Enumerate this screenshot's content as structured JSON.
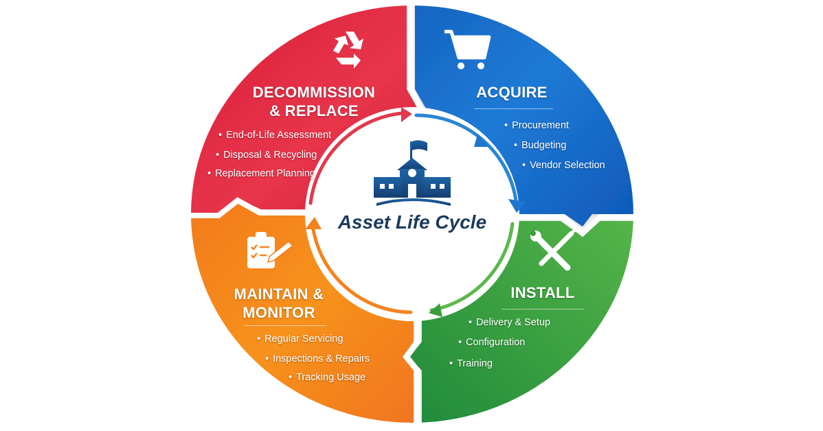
{
  "diagram": {
    "title": "Asset Life Cycle",
    "type": "cycle",
    "center_icon": "school-building-icon",
    "colors": {
      "decommission": "#e0263f",
      "acquire": "#1668c7",
      "install": "#3a9e3c",
      "maintain": "#f5821f",
      "center_text": "#1c3a5e"
    },
    "stages": [
      {
        "id": "decommission",
        "title_line1": "DECOMMISSION",
        "title_line2": "& REPLACE",
        "icon": "recycle-icon",
        "items": [
          "End-of-Life Assessment",
          "Disposal & Recycling",
          "Replacement Planning"
        ]
      },
      {
        "id": "acquire",
        "title_line1": "ACQUIRE",
        "icon": "shopping-cart-icon",
        "items": [
          "Procurement",
          "Budgeting",
          "Vendor Selection"
        ]
      },
      {
        "id": "install",
        "title_line1": "INSTALL",
        "icon": "wrench-screwdriver-icon",
        "items": [
          "Delivery & Setup",
          "Configuration",
          "Training"
        ]
      },
      {
        "id": "maintain",
        "title_line1": "MAINTAIN &",
        "title_line2": "MONITOR",
        "icon": "clipboard-checklist-icon",
        "items": [
          "Regular Servicing",
          "Inspections & Repairs",
          "Tracking Usage"
        ]
      }
    ],
    "flow_order": [
      "Acquire",
      "Install",
      "Maintain & Monitor",
      "Decommission & Replace"
    ]
  }
}
